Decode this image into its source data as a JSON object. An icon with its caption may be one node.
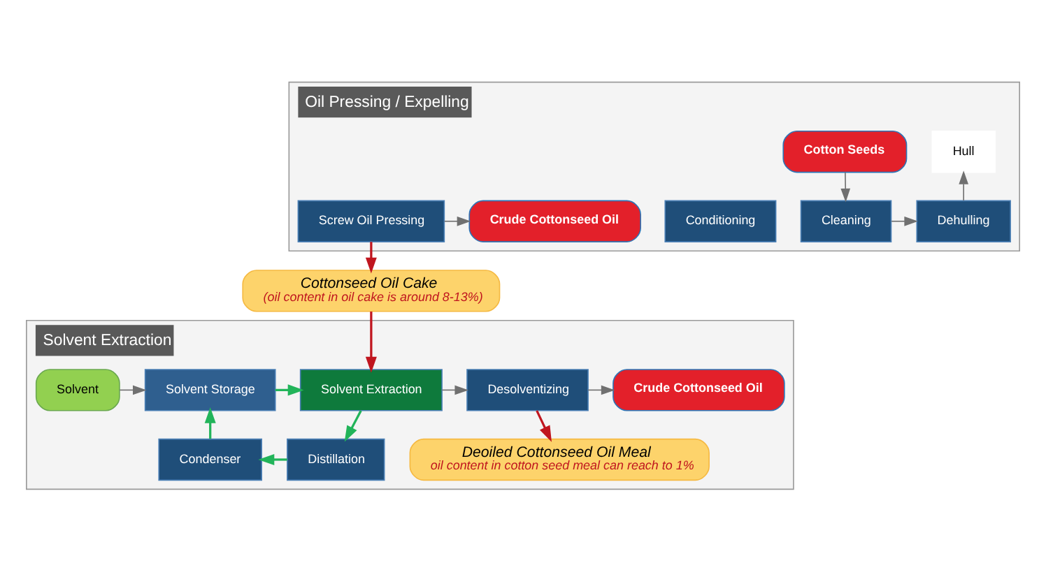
{
  "diagram": {
    "nodes": [
      {
        "text": [
          "Oil Pressing / Expelling"
        ]
      },
      {
        "text": [
          "Cotton Seeds"
        ],
        "in": 0
      },
      {
        "text": [
          "Hull"
        ],
        "in": 0
      },
      {
        "text": [
          "Cleaning"
        ],
        "in": 0
      },
      {
        "text": [
          "Dehulling"
        ],
        "in": 0
      },
      {
        "text": [
          "Conditioning"
        ],
        "in": 0
      },
      {
        "text": [
          "Screw Oil Pressing"
        ],
        "in": 0
      },
      {
        "text": [
          "Crude Cottonseed Oil"
        ],
        "in": 0
      },
      {
        "text": [
          "Cottonseed Oil Cake",
          "(oil content in oil cake is around 8-13%)"
        ]
      },
      {
        "text": [
          "Solvent Extraction"
        ]
      },
      {
        "text": [
          "Solvent"
        ],
        "in": 9
      },
      {
        "text": [
          "Solvent Storage"
        ],
        "in": 9
      },
      {
        "text": [
          "Solvent Extraction"
        ],
        "in": 9
      },
      {
        "text": [
          "Desolventizing"
        ],
        "in": 9
      },
      {
        "text": [
          "Crude Cottonseed Oil"
        ],
        "in": 9
      },
      {
        "text": [
          "Condenser"
        ],
        "in": 9
      },
      {
        "text": [
          "Distillation"
        ],
        "in": 9
      },
      {
        "text": [
          "Deoiled Cottonseed Oil Meal",
          "oil content in cotton seed meal can reach to 1%"
        ],
        "in": 9
      }
    ],
    "edges": [
      {
        "from": 1,
        "to": 3,
        "arrow": "to"
      },
      {
        "from": 3,
        "to": 4,
        "arrow": "to"
      },
      {
        "from": 4,
        "to": 2,
        "arrow": "to"
      },
      {
        "from": 6,
        "to": 7,
        "arrow": "to"
      },
      {
        "from": 6,
        "to": 8,
        "arrow": "to",
        "color": "#c0161f"
      },
      {
        "from": 8,
        "to": 12,
        "arrow": "to",
        "color": "#c0161f"
      },
      {
        "from": 10,
        "to": 11,
        "arrow": "to"
      },
      {
        "from": 11,
        "to": 12,
        "arrow": "to",
        "color": "#22b45a"
      },
      {
        "from": 12,
        "to": 16,
        "arrow": "to",
        "color": "#22b45a"
      },
      {
        "from": 16,
        "to": 15,
        "arrow": "to",
        "color": "#22b45a"
      },
      {
        "from": 15,
        "to": 11,
        "arrow": "to",
        "color": "#22b45a"
      },
      {
        "from": 12,
        "to": 13,
        "arrow": "to"
      },
      {
        "from": 13,
        "to": 14,
        "arrow": "to"
      },
      {
        "from": 13,
        "to": 17,
        "arrow": "to",
        "color": "#c0161f"
      }
    ]
  }
}
